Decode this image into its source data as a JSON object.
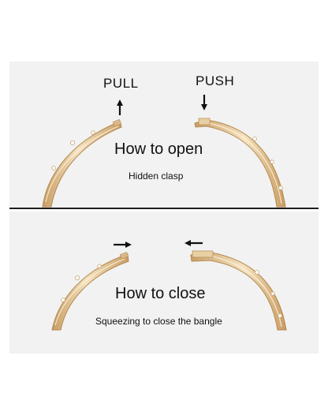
{
  "open_section": {
    "pull_label": "PULL",
    "push_label": "PUSH",
    "title": "How to open",
    "subtitle": "Hidden clasp"
  },
  "close_section": {
    "title": "How to close",
    "subtitle": "Squeezing to close the bangle"
  },
  "colors": {
    "background": "#ffffff",
    "panel": "#f2f2f2",
    "gold_mid": "#e2c493",
    "gold_light": "#f7e6c6",
    "gold_dark": "#b98f58",
    "arrow": "#111111"
  }
}
